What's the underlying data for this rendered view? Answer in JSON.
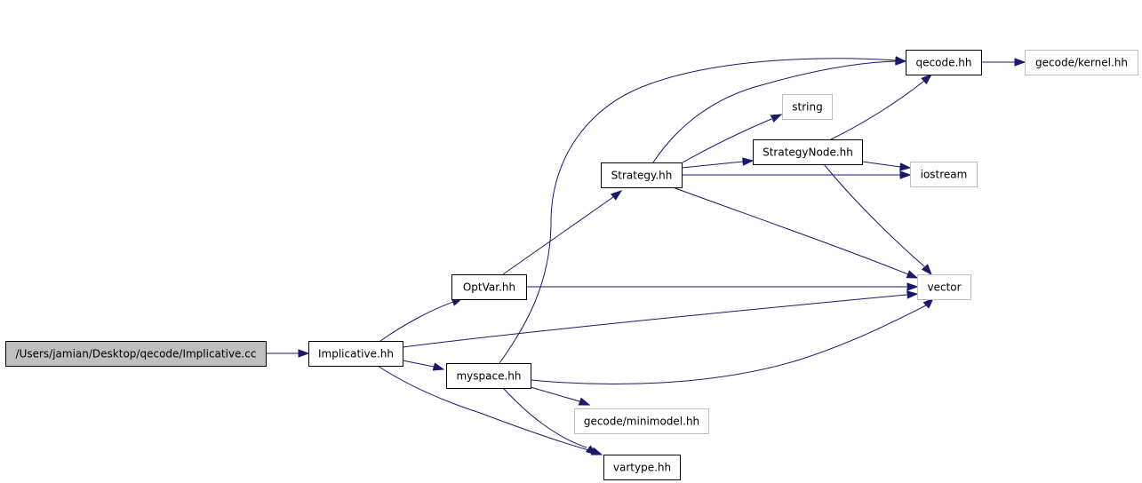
{
  "graph": {
    "colors": {
      "edge": "#191970",
      "root_fill": "#bfbfbf",
      "external_border": "#bfbfbf",
      "internal_border": "#000000"
    },
    "nodes": [
      {
        "id": "implicative_cc",
        "label": "/Users/jamian/Desktop/qecode/Implicative.cc",
        "kind": "root"
      },
      {
        "id": "implicative_hh",
        "label": "Implicative.hh",
        "kind": "internal"
      },
      {
        "id": "optvar_hh",
        "label": "OptVar.hh",
        "kind": "internal"
      },
      {
        "id": "myspace_hh",
        "label": "myspace.hh",
        "kind": "internal"
      },
      {
        "id": "strategy_hh",
        "label": "Strategy.hh",
        "kind": "internal"
      },
      {
        "id": "strategynode_hh",
        "label": "StrategyNode.hh",
        "kind": "internal"
      },
      {
        "id": "qecode_hh",
        "label": "qecode.hh",
        "kind": "internal"
      },
      {
        "id": "gecode_kernel",
        "label": "gecode/kernel.hh",
        "kind": "external"
      },
      {
        "id": "string",
        "label": "string",
        "kind": "external"
      },
      {
        "id": "iostream",
        "label": "iostream",
        "kind": "external"
      },
      {
        "id": "vector",
        "label": "vector",
        "kind": "external"
      },
      {
        "id": "gecode_minimodel",
        "label": "gecode/minimodel.hh",
        "kind": "external"
      },
      {
        "id": "vartype_hh",
        "label": "vartype.hh",
        "kind": "internal"
      }
    ],
    "edges": [
      {
        "from": "implicative_cc",
        "to": "implicative_hh"
      },
      {
        "from": "implicative_hh",
        "to": "optvar_hh"
      },
      {
        "from": "implicative_hh",
        "to": "myspace_hh"
      },
      {
        "from": "implicative_hh",
        "to": "vector"
      },
      {
        "from": "implicative_hh",
        "to": "vartype_hh"
      },
      {
        "from": "optvar_hh",
        "to": "strategy_hh"
      },
      {
        "from": "optvar_hh",
        "to": "vector"
      },
      {
        "from": "myspace_hh",
        "to": "qecode_hh"
      },
      {
        "from": "myspace_hh",
        "to": "vector"
      },
      {
        "from": "myspace_hh",
        "to": "gecode_minimodel"
      },
      {
        "from": "myspace_hh",
        "to": "vartype_hh"
      },
      {
        "from": "strategy_hh",
        "to": "qecode_hh"
      },
      {
        "from": "strategy_hh",
        "to": "string"
      },
      {
        "from": "strategy_hh",
        "to": "strategynode_hh"
      },
      {
        "from": "strategy_hh",
        "to": "iostream"
      },
      {
        "from": "strategy_hh",
        "to": "vector"
      },
      {
        "from": "strategynode_hh",
        "to": "qecode_hh"
      },
      {
        "from": "strategynode_hh",
        "to": "iostream"
      },
      {
        "from": "strategynode_hh",
        "to": "vector"
      },
      {
        "from": "qecode_hh",
        "to": "gecode_kernel"
      }
    ]
  }
}
